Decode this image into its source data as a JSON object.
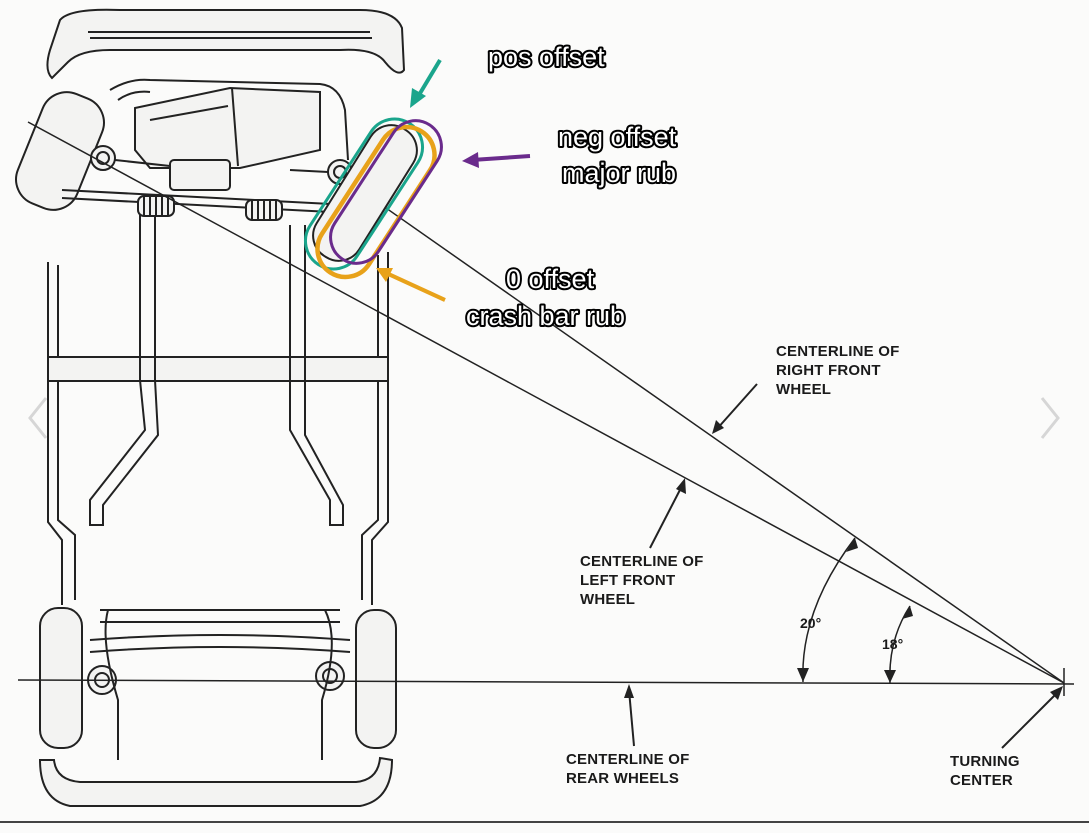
{
  "annotations": {
    "pos_offset": "pos offset",
    "neg_offset_line1": "neg offset",
    "neg_offset_line2": "major rub",
    "zero_offset_line1": "0 offset",
    "zero_offset_line2": "crash bar rub"
  },
  "labels": {
    "right_front": [
      "CENTERLINE OF",
      "RIGHT FRONT",
      "WHEEL"
    ],
    "left_front": [
      "CENTERLINE OF",
      "LEFT FRONT",
      "WHEEL"
    ],
    "rear": [
      "CENTERLINE OF",
      "REAR WHEELS"
    ],
    "turning_center": [
      "TURNING",
      "CENTER"
    ],
    "angle_left": "20°",
    "angle_right": "18°"
  },
  "colors": {
    "pos_offset": "#1aa58c",
    "neg_offset": "#6a2b8c",
    "zero_offset": "#e8a21a",
    "ink": "#222222"
  },
  "icons": {
    "nav_prev": "chevron-left-icon",
    "nav_next": "chevron-right-icon"
  }
}
